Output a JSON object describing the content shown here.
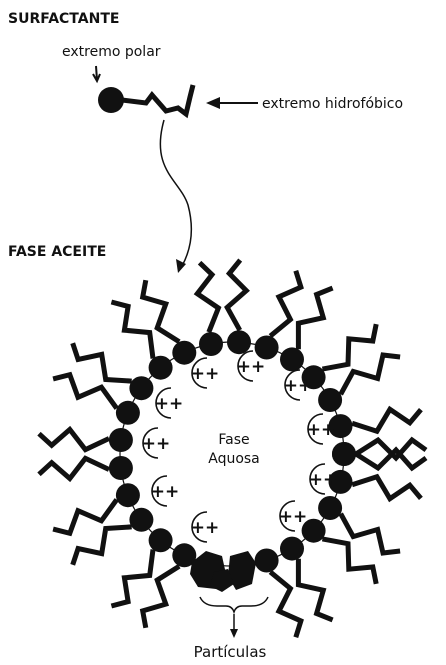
{
  "labels": {
    "surfactante": "SURFACTANTE",
    "extremo_polar": "extremo polar",
    "extremo_hidrofobico": "extremo hidrofóbico",
    "fase_aceite": "FASE ACEITE",
    "fase_aquosa_1": "Fase",
    "fase_aquosa_2": "Aquosa",
    "particulas": "Partículas"
  },
  "charge_symbol": "++",
  "colors": {
    "ink": "#111111",
    "background": "#ffffff"
  }
}
